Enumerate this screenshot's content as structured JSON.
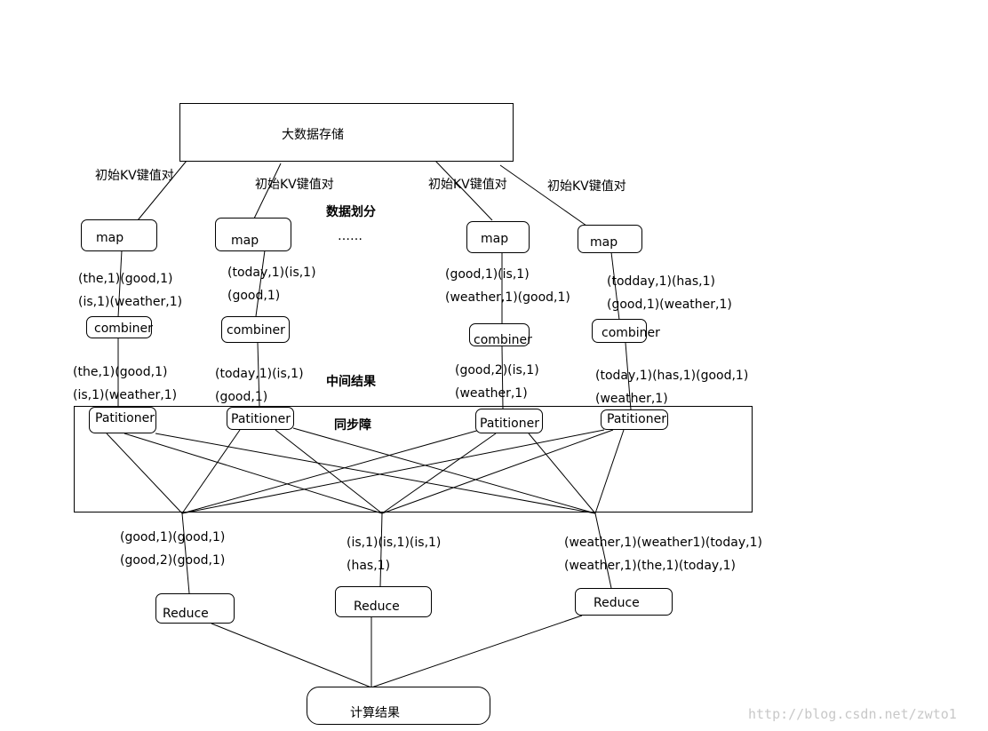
{
  "storage": "大数据存储",
  "kv_labels": [
    "初始KV键值对",
    "初始KV键值对",
    "初始KV键值对",
    "初始KV键值对"
  ],
  "section_labels": {
    "split": "数据划分",
    "ellipsis": "……",
    "intermediate": "中间结果",
    "barrier": "同步障"
  },
  "map_label": "map",
  "combiner_label": "combiner",
  "partitioner_label": "Patitioner",
  "reduce_label": "Reduce",
  "result": "计算结果",
  "map_outputs": [
    [
      "(the,1)(good,1)",
      "(is,1)(weather,1)"
    ],
    [
      "(today,1)(is,1)",
      "(good,1)"
    ],
    [
      "(good,1)(is,1)",
      "(weather,1)(good,1)"
    ],
    [
      "(todday,1)(has,1)",
      "(good,1)(weather,1)"
    ]
  ],
  "combiner_outputs": [
    [
      "(the,1)(good,1)",
      "(is,1)(weather,1)"
    ],
    [
      "(today,1)(is,1)",
      "(good,1)"
    ],
    [
      "(good,2)(is,1)",
      "(weather,1)"
    ],
    [
      "(today,1)(has,1)(good,1)",
      "(weather,1)"
    ]
  ],
  "reduce_inputs": [
    [
      "(good,1)(good,1)",
      "(good,2)(good,1)"
    ],
    [
      "(is,1)(is,1)(is,1)",
      "(has,1)"
    ],
    [
      "(weather,1)(weather1)(today,1)",
      "(weather,1)(the,1)(today,1)"
    ]
  ],
  "watermark": "http://blog.csdn.net/zwto1"
}
